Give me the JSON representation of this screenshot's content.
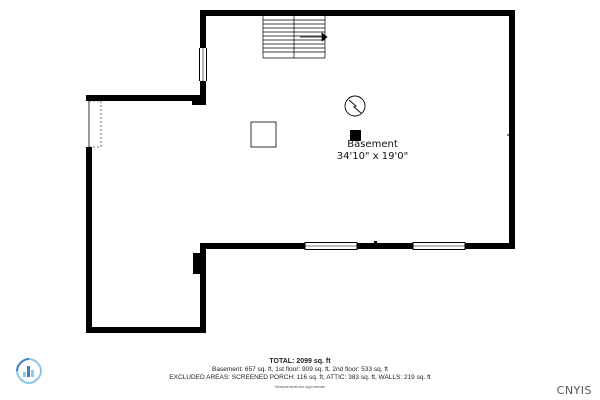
{
  "floor_plan": {
    "room": {
      "name": "Basement",
      "dimensions": "34'10\" x 19'0\""
    },
    "summary": {
      "total": "TOTAL: 2099 sq. ft",
      "floors": "Basement: 657 sq. ft, 1st floor: 909 sq. ft, 2nd floor: 533 sq. ft",
      "excluded": "EXCLUDED AREAS: SCREENED PORCH: 116 sq. ft, ATTIC: 383 sq. ft, WALLS: 219 sq. ft",
      "note": "Measurements Are Approximate"
    },
    "watermark": "CNYIS",
    "icons": {
      "electrical_panel": "electrical-panel-icon",
      "stairs": "stairs-icon",
      "logo": "brand-logo-icon"
    },
    "colors": {
      "wall": "#000000",
      "background": "#ffffff",
      "logo_primary": "#3b7fc4",
      "logo_secondary": "#8ec6ea"
    }
  }
}
